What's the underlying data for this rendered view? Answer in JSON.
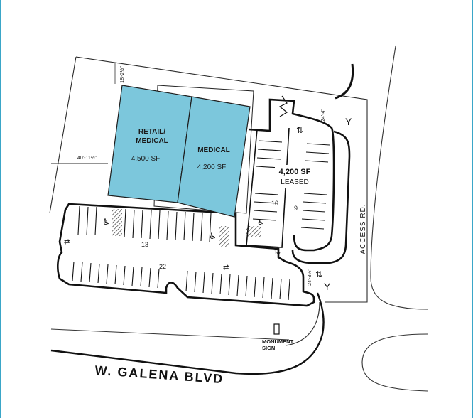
{
  "buildings": [
    {
      "name_line1": "RETAIL/",
      "name_line2": "MEDICAL",
      "area": "4,500 SF",
      "fill": "#7cc7dc"
    },
    {
      "name": "MEDICAL",
      "area": "4,200 SF",
      "fill": "#7cc7dc"
    }
  ],
  "leased": {
    "area": "4,200 SF",
    "status": "LEASED"
  },
  "stall_counts": {
    "left_row": "13",
    "bottom_row": "22",
    "center_left": "10",
    "center_right": "9"
  },
  "dimensions": {
    "top": "18'-2½\"",
    "left": "40'-11½\"",
    "right_top": "24'-4\"",
    "right_bottom": "24'-3½\""
  },
  "roads": {
    "access": "ACCESS RD.",
    "boulevard": "W. GALENA BLVD"
  },
  "monument": {
    "line1": "MONUMENT",
    "line2": "SIGN"
  },
  "colors": {
    "building": "#7cc7dc",
    "border": "#3aa6c8",
    "line": "#1f1f1f"
  }
}
